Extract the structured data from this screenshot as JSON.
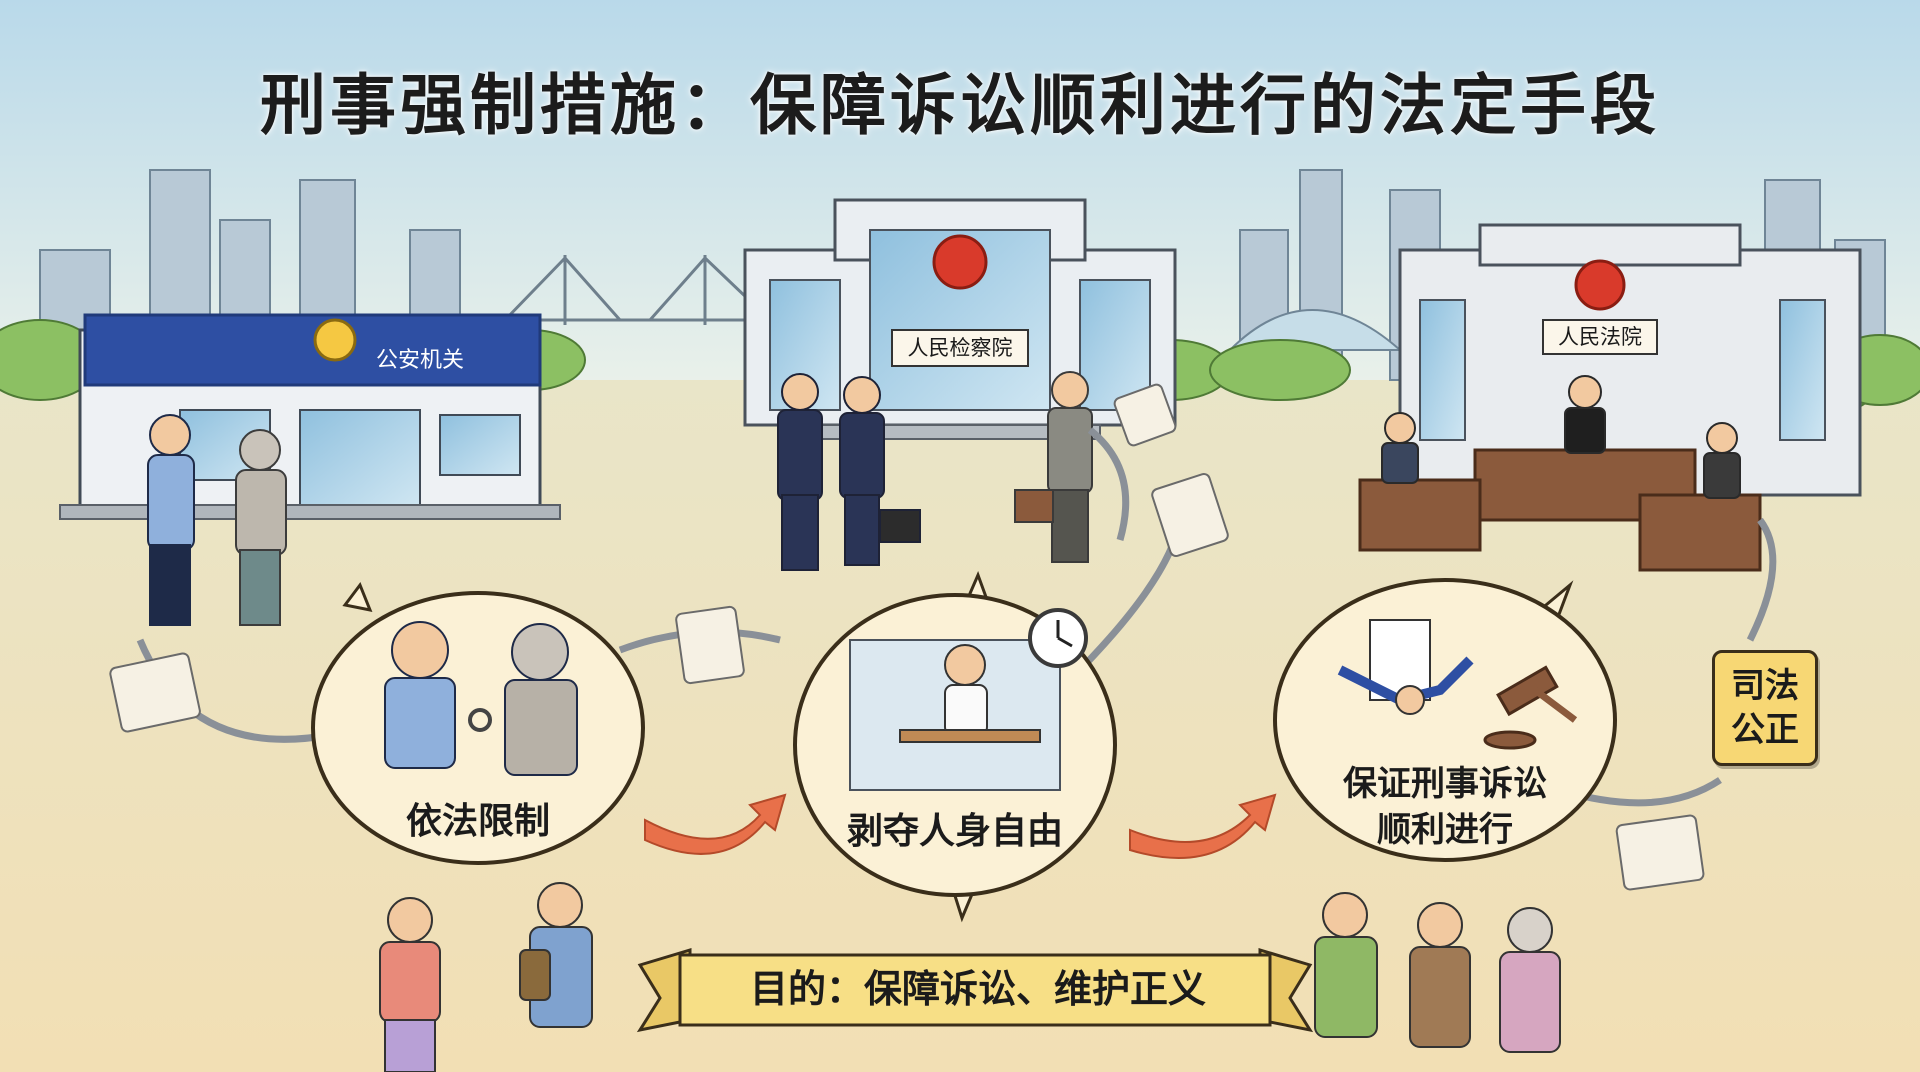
{
  "title": "刑事强制措施：保障诉讼顺利进行的法定手段",
  "buildings": {
    "police": "公安机关",
    "procuratorate": "人民检察院",
    "court": "人民法院"
  },
  "bubbles": [
    {
      "label": "依法限制"
    },
    {
      "label": "剥夺人身自由"
    },
    {
      "label_line1": "保证刑事诉讼",
      "label_line2": "顺利进行"
    }
  ],
  "badge": {
    "line1": "司法",
    "line2": "公正"
  },
  "banner": "目的：保障诉讼、维护正义",
  "colors": {
    "sky": "#cfe4ee",
    "ground": "#f1e2bd",
    "bubble_fill": "#fbf1d6",
    "bubble_border": "#3a2e1a",
    "arrow": "#e8704a",
    "police_blue": "#2e4fa3",
    "badge_yellow": "#f7d774",
    "banner_yellow": "#f7df86"
  }
}
